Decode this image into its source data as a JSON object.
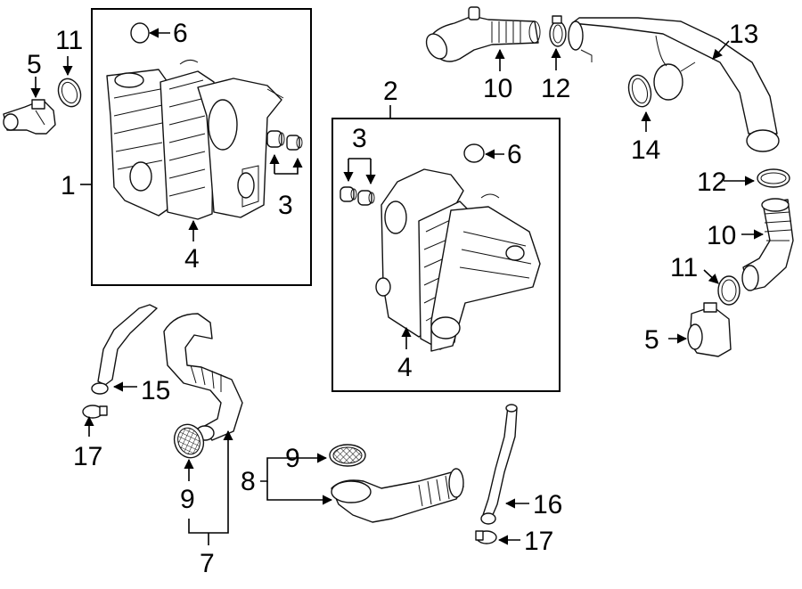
{
  "callouts": {
    "c1": "1",
    "c2": "2",
    "c3a": "3",
    "c3b": "3",
    "c4a": "4",
    "c4b": "4",
    "c5a": "5",
    "c5b": "5",
    "c6a": "6",
    "c6b": "6",
    "c7": "7",
    "c8": "8",
    "c9a": "9",
    "c9b": "9",
    "c10a": "10",
    "c10b": "10",
    "c11a": "11",
    "c11b": "11",
    "c12a": "12",
    "c12b": "12",
    "c13": "13",
    "c14": "14",
    "c15": "15",
    "c16": "16",
    "c17a": "17",
    "c17b": "17"
  }
}
